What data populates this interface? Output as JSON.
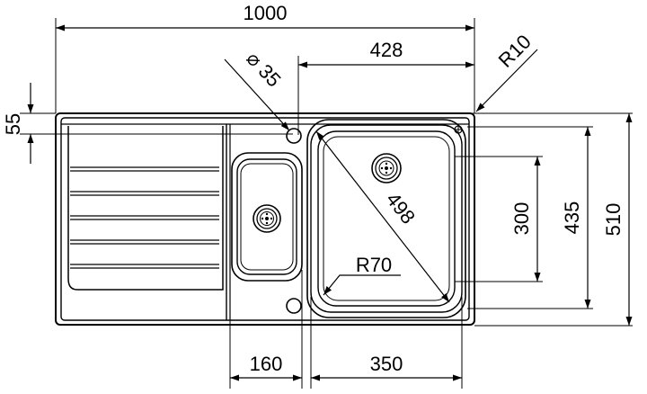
{
  "dimensions": {
    "overall_width": "1000",
    "bowl_offset_width": "428",
    "tap_hole": "⌀ 35",
    "corner_radius": "R10",
    "rim_width": "55",
    "overall_depth": "510",
    "inner_depth": "435",
    "bowl_depth": "300",
    "diagonal": "498",
    "bowl_radius": "R70",
    "small_bowl_width": "160",
    "main_bowl_width": "350"
  },
  "colors": {
    "line": "#000000",
    "background": "#ffffff"
  }
}
